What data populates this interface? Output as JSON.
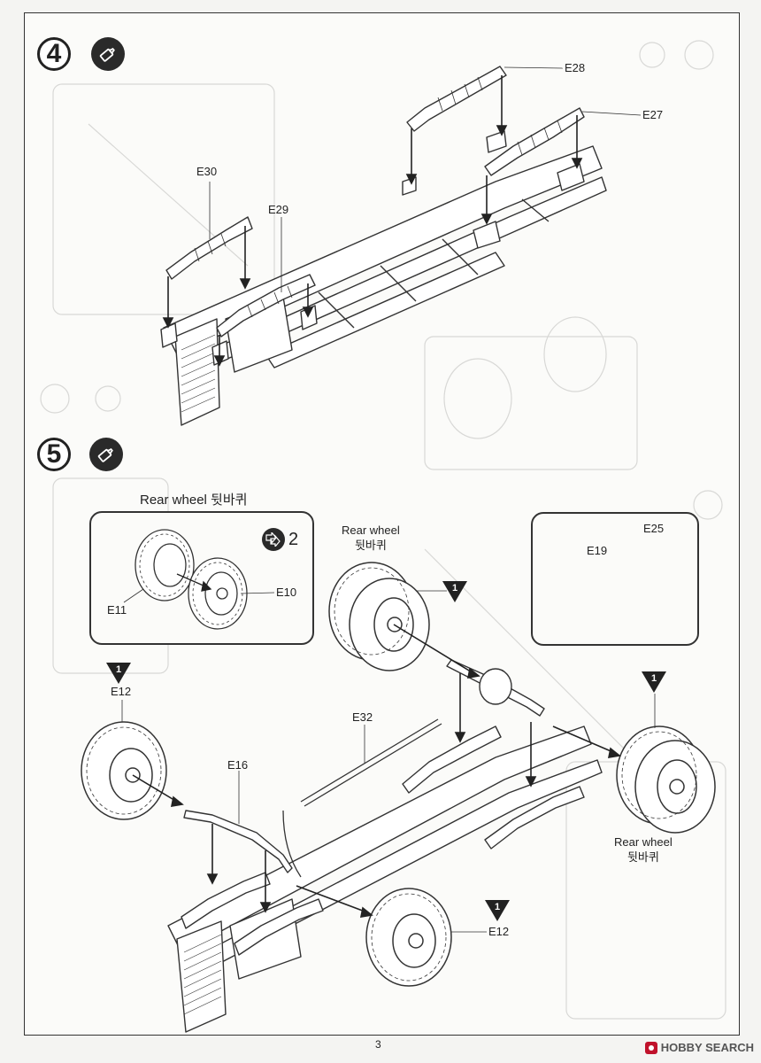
{
  "page": {
    "number": "3"
  },
  "watermark": {
    "text": "HOBBY SEARCH"
  },
  "step4": {
    "number": "4",
    "parts": {
      "e28": "E28",
      "e27": "E27",
      "e30": "E30",
      "e29": "E29"
    }
  },
  "step5": {
    "number": "5",
    "inset_left": {
      "title": "Rear wheel 뒷바퀴",
      "count": "2",
      "e11": "E11",
      "e10": "E10"
    },
    "inset_right": {
      "e25": "E25",
      "e19": "E19"
    },
    "rear_wheel_top": {
      "en": "Rear wheel",
      "ko": "뒷바퀴"
    },
    "rear_wheel_right": {
      "en": "Rear wheel",
      "ko": "뒷바퀴"
    },
    "e12_left": "E12",
    "e12_bottom": "E12",
    "e32": "E32",
    "e16": "E16",
    "marker": "1"
  }
}
